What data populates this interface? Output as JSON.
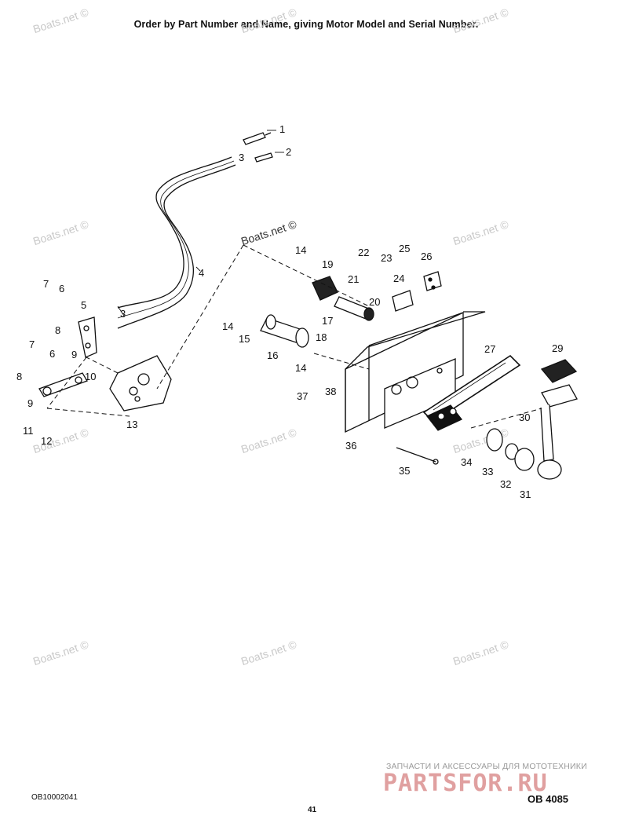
{
  "header": {
    "instruction": "Order by Part Number and Name, giving Motor Model and Serial Number."
  },
  "watermark": {
    "text": "Boats.net ©"
  },
  "callouts": [
    "1",
    "2",
    "3",
    "3",
    "4",
    "5",
    "6",
    "6",
    "7",
    "7",
    "8",
    "8",
    "9",
    "9",
    "10",
    "11",
    "12",
    "13",
    "14",
    "14",
    "14",
    "15",
    "16",
    "17",
    "18",
    "19",
    "20",
    "21",
    "22",
    "23",
    "24",
    "25",
    "26",
    "27",
    "29",
    "30",
    "31",
    "32",
    "33",
    "34",
    "35",
    "36",
    "37",
    "38"
  ],
  "footer": {
    "catalog_code": "OB10002041",
    "page_number": "41",
    "drawing_number": "OB 4085",
    "shop_tagline": "ЗАПЧАСТИ И АКСЕССУАРЫ ДЛЯ МОТОТЕХНИКИ",
    "shop_logo": "PARTSFOR.RU"
  },
  "colors": {
    "ink": "#111111",
    "watermark": "#c9c9c9",
    "shop_logo": "#e0a0a0"
  }
}
